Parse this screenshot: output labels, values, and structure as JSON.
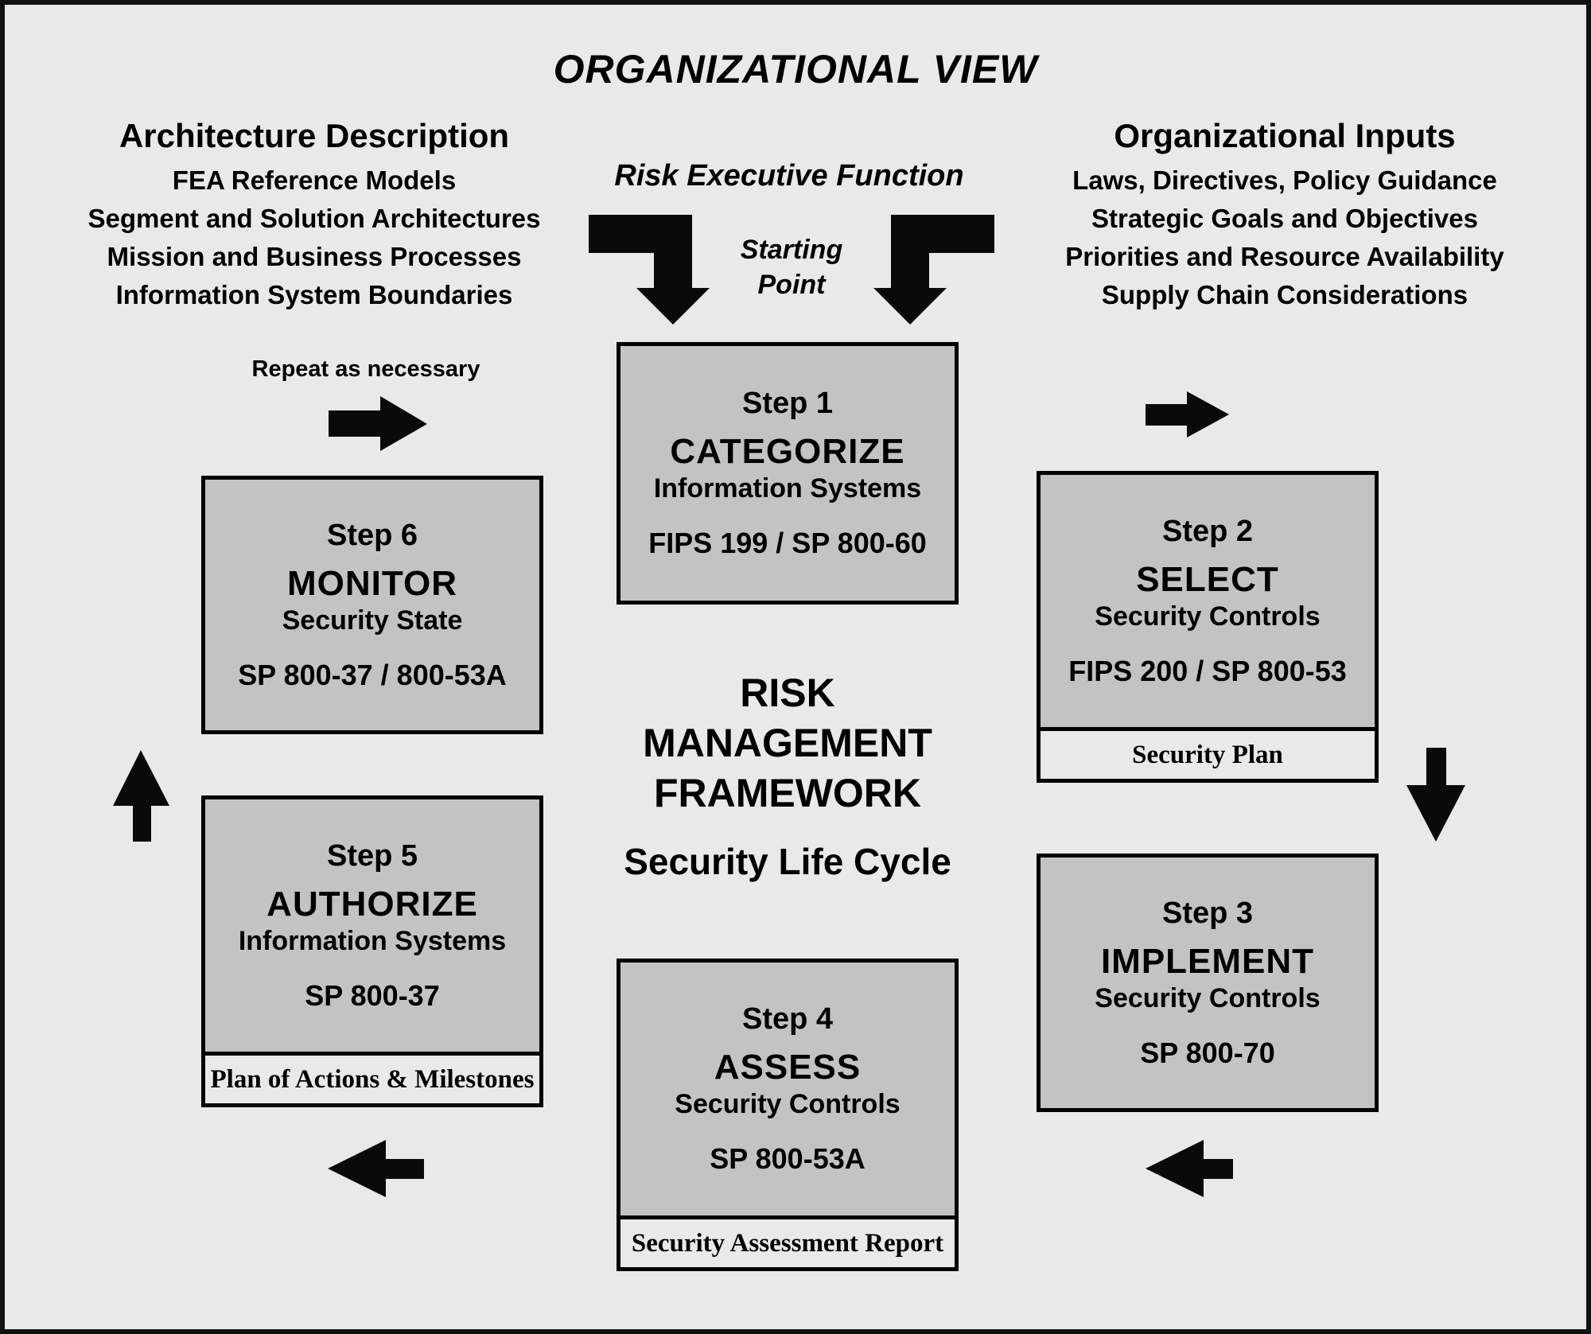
{
  "title": "ORGANIZATIONAL VIEW",
  "left_column": {
    "heading": "Architecture Description",
    "items": [
      "FEA Reference Models",
      "Segment and Solution Architectures",
      "Mission and Business Processes",
      "Information System Boundaries"
    ],
    "repeat_label": "Repeat as necessary"
  },
  "right_column": {
    "heading": "Organizational Inputs",
    "items": [
      "Laws, Directives, Policy Guidance",
      "Strategic Goals and Objectives",
      "Priorities and Resource Availability",
      "Supply Chain Considerations"
    ]
  },
  "center": {
    "risk_executive": "Risk Executive Function",
    "starting_point": "Starting Point",
    "framework": "RISK MANAGEMENT FRAMEWORK",
    "lifecycle": "Security Life Cycle"
  },
  "steps": [
    {
      "step": "Step 1",
      "action": "CATEGORIZE",
      "object": "Information Systems",
      "reference": "FIPS 199 / SP 800-60",
      "artifact": null
    },
    {
      "step": "Step 2",
      "action": "SELECT",
      "object": "Security Controls",
      "reference": "FIPS 200 / SP 800-53",
      "artifact": "Security Plan"
    },
    {
      "step": "Step 3",
      "action": "IMPLEMENT",
      "object": "Security Controls",
      "reference": "SP 800-70",
      "artifact": null
    },
    {
      "step": "Step 4",
      "action": "ASSESS",
      "object": "Security Controls",
      "reference": "SP 800-53A",
      "artifact": "Security Assessment Report"
    },
    {
      "step": "Step 5",
      "action": "AUTHORIZE",
      "object": "Information Systems",
      "reference": "SP 800-37",
      "artifact": "Plan of Actions & Milestones"
    },
    {
      "step": "Step 6",
      "action": "MONITOR",
      "object": "Security State",
      "reference": "SP 800-37 / 800-53A",
      "artifact": null
    }
  ],
  "icons": [
    "down-elbow-arrow-left-icon",
    "down-elbow-arrow-right-icon",
    "repeat-right-arrow-icon",
    "right-arrow-icon",
    "down-arrow-icon",
    "up-arrow-icon",
    "left-arrow-bottom-left-icon",
    "left-arrow-bottom-right-icon"
  ],
  "colors": {
    "background": "#e9e9e9",
    "frame_border": "#111111",
    "box_fill": "#c3c3c3",
    "box_border": "#000000",
    "artifact_fill": "#e9e9e9",
    "arrow": "#0a0a0a",
    "text": "#000000"
  }
}
